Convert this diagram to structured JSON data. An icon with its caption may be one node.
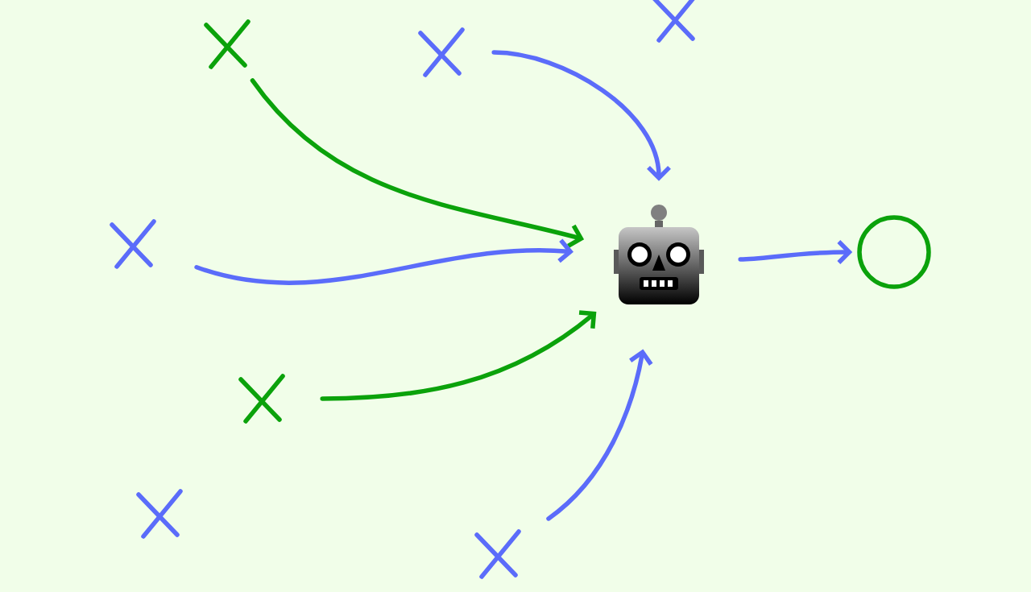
{
  "diagram": {
    "nodes": [
      {
        "text": [],
        "shape": "cross"
      },
      {
        "text": [],
        "shape": "cross"
      },
      {
        "text": [],
        "shape": "cross"
      },
      {
        "text": [],
        "shape": "cross"
      },
      {
        "text": [],
        "shape": "robot"
      },
      {
        "text": [],
        "shape": "circle"
      },
      {
        "text": [],
        "shape": "cross"
      },
      {
        "text": [],
        "shape": "cross"
      },
      {
        "text": [],
        "shape": "cross"
      }
    ],
    "edges": [
      {
        "from": 0,
        "to": 4,
        "arrow": "to",
        "color": "#0ba20b"
      },
      {
        "from": 1,
        "to": 4,
        "arrow": "to"
      },
      {
        "from": 3,
        "to": 4,
        "arrow": "to"
      },
      {
        "from": 6,
        "to": 4,
        "arrow": "to",
        "color": "#0ba20b"
      },
      {
        "from": 8,
        "to": 4,
        "arrow": "to"
      },
      {
        "from": 4,
        "to": 5,
        "arrow": "to"
      }
    ]
  }
}
